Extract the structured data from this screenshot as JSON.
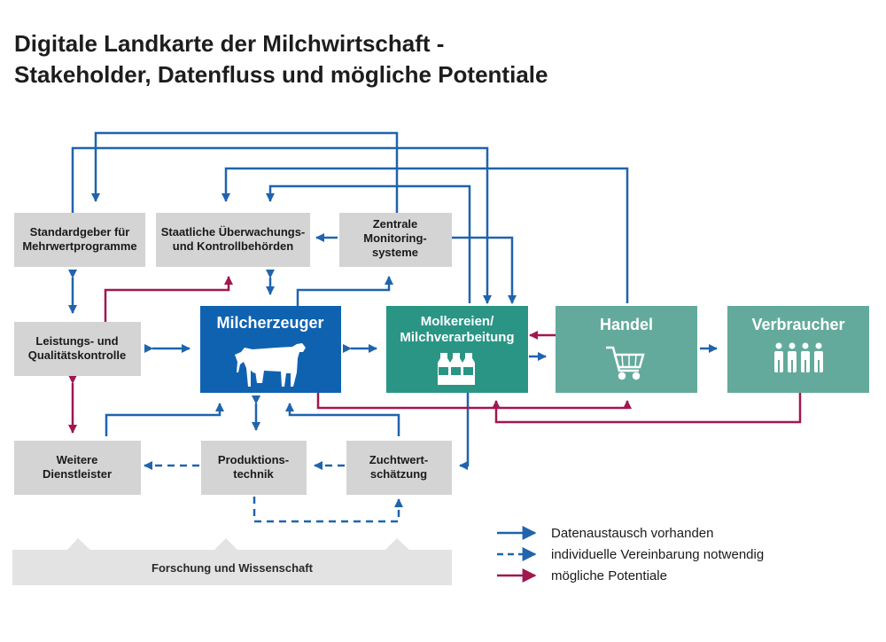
{
  "title": {
    "line1": "Digitale Landkarte der Milchwirtschaft -",
    "line2": "Stakeholder, Datenfluss und mögliche Potentiale"
  },
  "colors": {
    "blue": "#1f64ad",
    "red": "#a1174f",
    "gray_box": "#d4d4d4",
    "milcherzeuger": "#0f62b0",
    "molkereien": "#2a9585",
    "teal_light": "#63aa9c"
  },
  "nodes": {
    "standardgeber": [
      "Standardgeber für",
      "Mehrwertprogramme"
    ],
    "staatliche": [
      "Staatliche Überwachungs-",
      "und Kontrollbehörden"
    ],
    "zentrale": [
      "Zentrale",
      "Monitoring-",
      "systeme"
    ],
    "leistungs": [
      "Leistungs- und",
      "Qualitätskontrolle"
    ],
    "milcherzeuger": "Milcherzeuger",
    "molkereien": [
      "Molkereien/",
      "Milchverarbeitung"
    ],
    "handel": "Handel",
    "verbraucher": "Verbraucher",
    "weitere": [
      "Weitere",
      "Dienstleister"
    ],
    "produktions": [
      "Produktions-",
      "technik"
    ],
    "zuchtwert": [
      "Zuchtwert-",
      "schätzung"
    ],
    "forschung": "Forschung und Wissenschaft"
  },
  "icons": {
    "milcherzeuger": "cow-icon",
    "molkereien": "milk-bottles-icon",
    "handel": "shopping-cart-icon",
    "verbraucher": "people-icon"
  },
  "legend": {
    "solid": "Datenaustausch vorhanden",
    "dashed": "individuelle Vereinbarung notwendig",
    "red": "mögliche Potentiale"
  }
}
